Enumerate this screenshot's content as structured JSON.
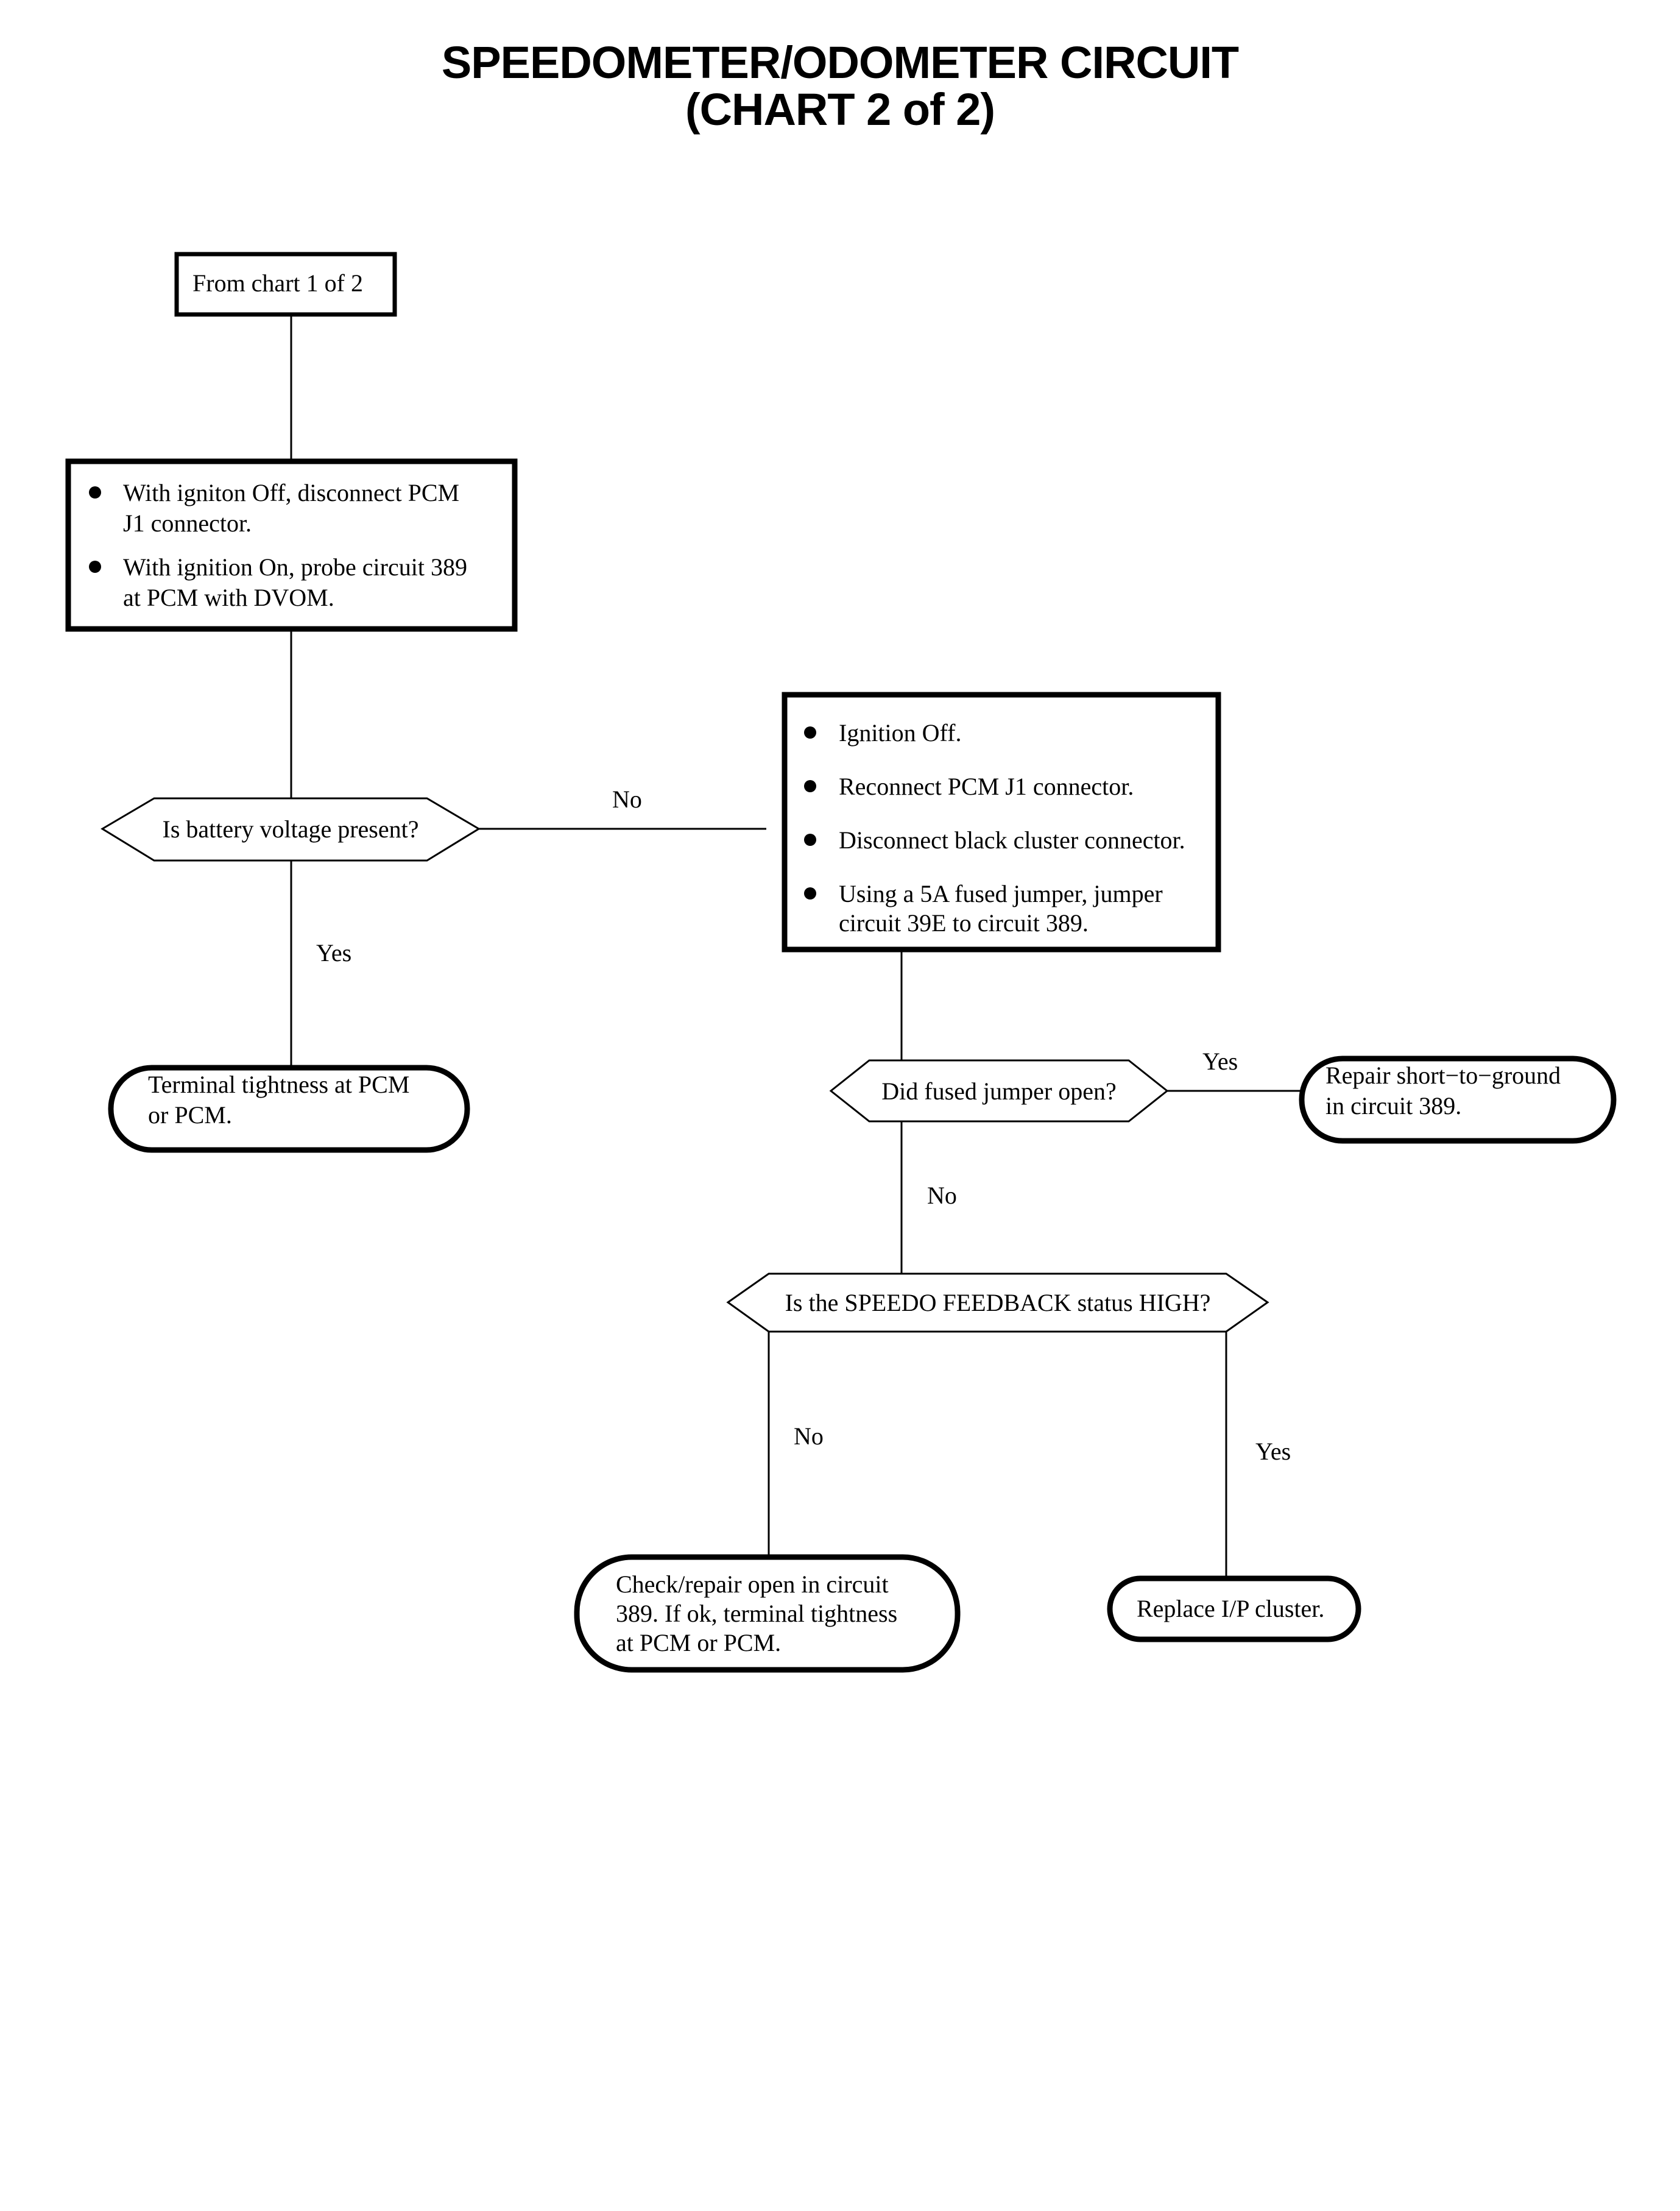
{
  "document": {
    "title_line1": "SPEEDOMETER/ODOMETER CIRCUIT",
    "title_line2": "(CHART 2 of 2)"
  },
  "chart_data": {
    "type": "flowchart",
    "title": "SPEEDOMETER/ODOMETER CIRCUIT (CHART 2 of 2)",
    "nodes": [
      {
        "id": "n1",
        "shape": "rectangle",
        "text": "From chart 1 of 2"
      },
      {
        "id": "n2",
        "shape": "rectangle-bulleted",
        "bullets": [
          "With igniton Off, disconnect PCM J1 connector.",
          "With ignition On, probe circuit 389 at PCM with DVOM."
        ]
      },
      {
        "id": "n3",
        "shape": "hexagon-decision",
        "text": "Is battery voltage present?"
      },
      {
        "id": "n4",
        "shape": "rectangle-bulleted",
        "bullets": [
          "Ignition Off.",
          "Reconnect PCM J1 connector.",
          "Disconnect black cluster connector.",
          "Using a 5A fused jumper, jumper circuit 39E to circuit 389."
        ]
      },
      {
        "id": "n5",
        "shape": "rounded-terminal",
        "text": "Terminal tightness at PCM or PCM."
      },
      {
        "id": "n6",
        "shape": "hexagon-decision",
        "text": "Did fused jumper open?"
      },
      {
        "id": "n7",
        "shape": "rounded-terminal",
        "text": "Repair short−to−ground in circuit 389."
      },
      {
        "id": "n8",
        "shape": "hexagon-decision",
        "text": "Is the SPEEDO FEEDBACK status HIGH?"
      },
      {
        "id": "n9",
        "shape": "rounded-terminal",
        "text": "Check/repair open in circuit 389. If ok, terminal tightness at PCM or PCM."
      },
      {
        "id": "n10",
        "shape": "rounded-terminal",
        "text": "Replace I/P cluster."
      }
    ],
    "edges": [
      {
        "from": "n1",
        "to": "n2",
        "label": ""
      },
      {
        "from": "n2",
        "to": "n3",
        "label": ""
      },
      {
        "from": "n3",
        "to": "n5",
        "label": "Yes"
      },
      {
        "from": "n3",
        "to": "n4",
        "label": "No"
      },
      {
        "from": "n4",
        "to": "n6",
        "label": ""
      },
      {
        "from": "n6",
        "to": "n7",
        "label": "Yes"
      },
      {
        "from": "n6",
        "to": "n8",
        "label": "No"
      },
      {
        "from": "n8",
        "to": "n9",
        "label": "No"
      },
      {
        "from": "n8",
        "to": "n10",
        "label": "Yes"
      }
    ]
  },
  "nodes": {
    "from_chart": {
      "text": "From chart 1 of 2"
    },
    "step1": {
      "bullet1_line1": "With igniton Off, disconnect PCM",
      "bullet1_line2": "J1 connector.",
      "bullet2_line1": "With ignition On, probe circuit 389",
      "bullet2_line2": "at PCM with DVOM."
    },
    "decision_battery": {
      "text": "Is battery voltage present?"
    },
    "step2": {
      "bullet1_line1": "Ignition Off.",
      "bullet2_line1": "Reconnect PCM J1 connector.",
      "bullet3_line1": "Disconnect black cluster connector.",
      "bullet4_line1": "Using a 5A fused jumper, jumper",
      "bullet4_line2": "circuit 39E to circuit 389."
    },
    "terminal_tightness": {
      "line1": "Terminal tightness at PCM",
      "line2": "or PCM."
    },
    "decision_jumper": {
      "text": "Did fused jumper open?"
    },
    "repair_short": {
      "line1": "Repair short−to−ground",
      "line2": "in circuit 389."
    },
    "decision_speedo": {
      "text": "Is the SPEEDO FEEDBACK status HIGH?"
    },
    "check_repair": {
      "line1": "Check/repair open in circuit",
      "line2": "389. If ok, terminal tightness",
      "line3": "at PCM or PCM."
    },
    "replace_cluster": {
      "text": "Replace I/P cluster."
    }
  },
  "edge_labels": {
    "battery_no": "No",
    "battery_yes": "Yes",
    "jumper_yes": "Yes",
    "jumper_no": "No",
    "speedo_no": "No",
    "speedo_yes": "Yes"
  },
  "colors": {
    "ink": "#000000",
    "paper": "#ffffff"
  }
}
